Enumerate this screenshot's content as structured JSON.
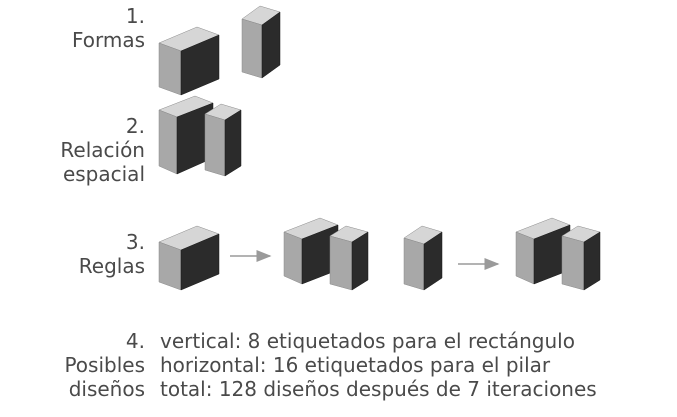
{
  "steps": [
    {
      "number": "1.",
      "name": "Formas"
    },
    {
      "number": "2.",
      "name_line1": "Relación",
      "name_line2": "espacial"
    },
    {
      "number": "3.",
      "name": "Reglas"
    },
    {
      "number": "4.",
      "name_line1": "Posibles",
      "name_line2": "diseños"
    }
  ],
  "designs": {
    "lines": [
      "vertical: 8 etiquetados para el rectángulo",
      "horizontal: 16 etiquetados para el pilar",
      "total: 128 diseños después de 7 iteraciones"
    ]
  },
  "colors": {
    "text": "#4a4a4a",
    "top_face": "#d6d6d6",
    "left_face": "#a8a8a8",
    "right_face": "#2b2b2b",
    "arrow": "#9a9a9a"
  }
}
